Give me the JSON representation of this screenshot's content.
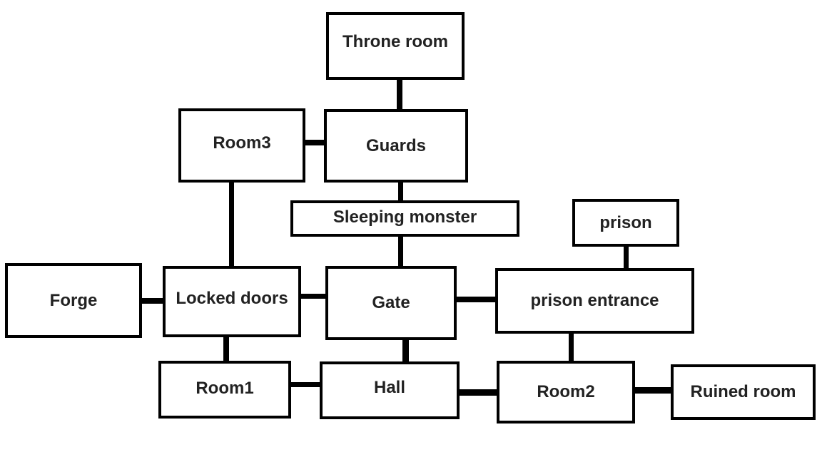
{
  "rooms": {
    "throne_room": "Throne room",
    "room3": "Room3",
    "guards": "Guards",
    "sleeping_monster": "Sleeping monster",
    "prison": "prison",
    "forge": "Forge",
    "locked_doors": "Locked doors",
    "gate": "Gate",
    "prison_entrance": "prison entrance",
    "room1": "Room1",
    "hall": "Hall",
    "room2": "Room2",
    "ruined_room": "Ruined room"
  },
  "colors": {
    "line": "#000000",
    "text": "#222222",
    "background": "#ffffff"
  }
}
